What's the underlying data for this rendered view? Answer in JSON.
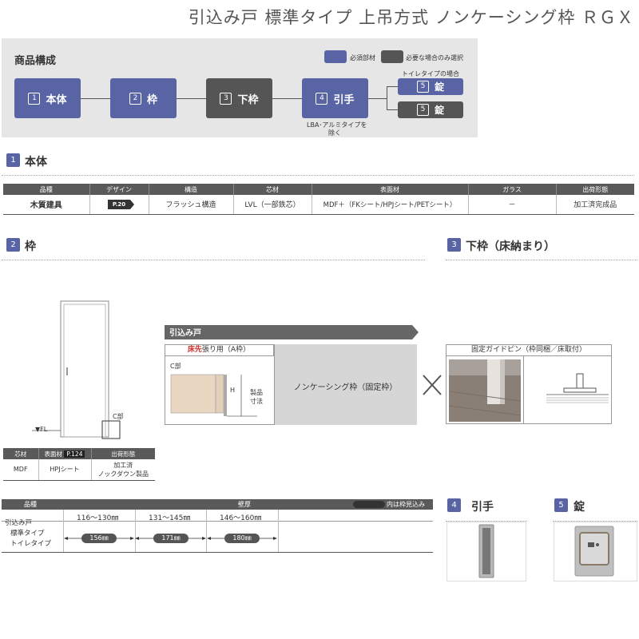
{
  "header": {
    "title": "引込み戸 標準タイプ 上吊方式 ノンケーシング枠 ＲＧＸ"
  },
  "composition": {
    "title": "商品構成",
    "legend": [
      {
        "label": "必須部材",
        "color": "#5964a5"
      },
      {
        "label": "必要な場合のみ選択",
        "color": "#555555"
      }
    ],
    "steps": [
      {
        "num": "1",
        "label": "本体",
        "kind": "required"
      },
      {
        "num": "2",
        "label": "枠",
        "kind": "required"
      },
      {
        "num": "3",
        "label": "下枠",
        "kind": "optional"
      },
      {
        "num": "4",
        "label": "引手",
        "kind": "required"
      }
    ],
    "step4_note_line1": "LBA･アルミタイプを",
    "step4_note_line2": "除く",
    "toilet_note": "トイレタイプの場合",
    "locks": [
      {
        "num": "5",
        "label": "錠",
        "kind": "required"
      },
      {
        "num": "5",
        "label": "錠",
        "kind": "optional"
      }
    ]
  },
  "section1": {
    "num": "1",
    "title": "本体",
    "headers": [
      "品種",
      "デザイン",
      "構造",
      "芯材",
      "表面材",
      "ガラス",
      "出荷形態"
    ],
    "row": {
      "type": "木質建具",
      "design_page": "P.20",
      "structure": "フラッシュ構造",
      "core": "LVL（一部鉄芯）",
      "surface": "MDF＋（FKシート/HPJシート/PETシート）",
      "glass": "－",
      "shipping": "加工済完成品"
    }
  },
  "section2": {
    "num": "2",
    "title": "枠",
    "fl_label": "▼FL",
    "c_label": "C部",
    "bar_title": "引込み戸",
    "sub_header_highlight": "床先",
    "sub_header_rest": "張り用（A枠）",
    "detail_c_label": "C部",
    "detail_h_label": "H",
    "detail_dim_label_1": "製品",
    "detail_dim_label_2": "寸法",
    "frame_type": "ノンケーシング枠（固定枠）",
    "mat_headers": [
      "芯材",
      "表面材",
      "出荷形態"
    ],
    "mat_page": "P.124",
    "mat_row": {
      "core": "MDF",
      "surface": "HPJシート",
      "shipping_1": "加工済",
      "shipping_2": "ノックダウン製品"
    },
    "wall_header_type": "品種",
    "wall_header_thickness": "壁厚",
    "wall_legend": "内は枠見込み",
    "wall_types": [
      "引込み戸",
      "標準タイプ",
      "トイレタイプ"
    ],
    "wall_ranges": [
      "116〜130㎜",
      "131〜145㎜",
      "146〜160㎜"
    ],
    "frame_depths": [
      "156㎜",
      "171㎜",
      "180㎜"
    ]
  },
  "section3": {
    "num": "3",
    "title": "下枠（床納まり）",
    "box_title": "固定ガイドピン（枠同梱／床取付）"
  },
  "section4": {
    "num": "4",
    "title": "引手"
  },
  "section5": {
    "num": "5",
    "title": "錠"
  },
  "colors": {
    "accent": "#5964a5",
    "optional": "#555555",
    "highlight_red": "#d0312d"
  }
}
